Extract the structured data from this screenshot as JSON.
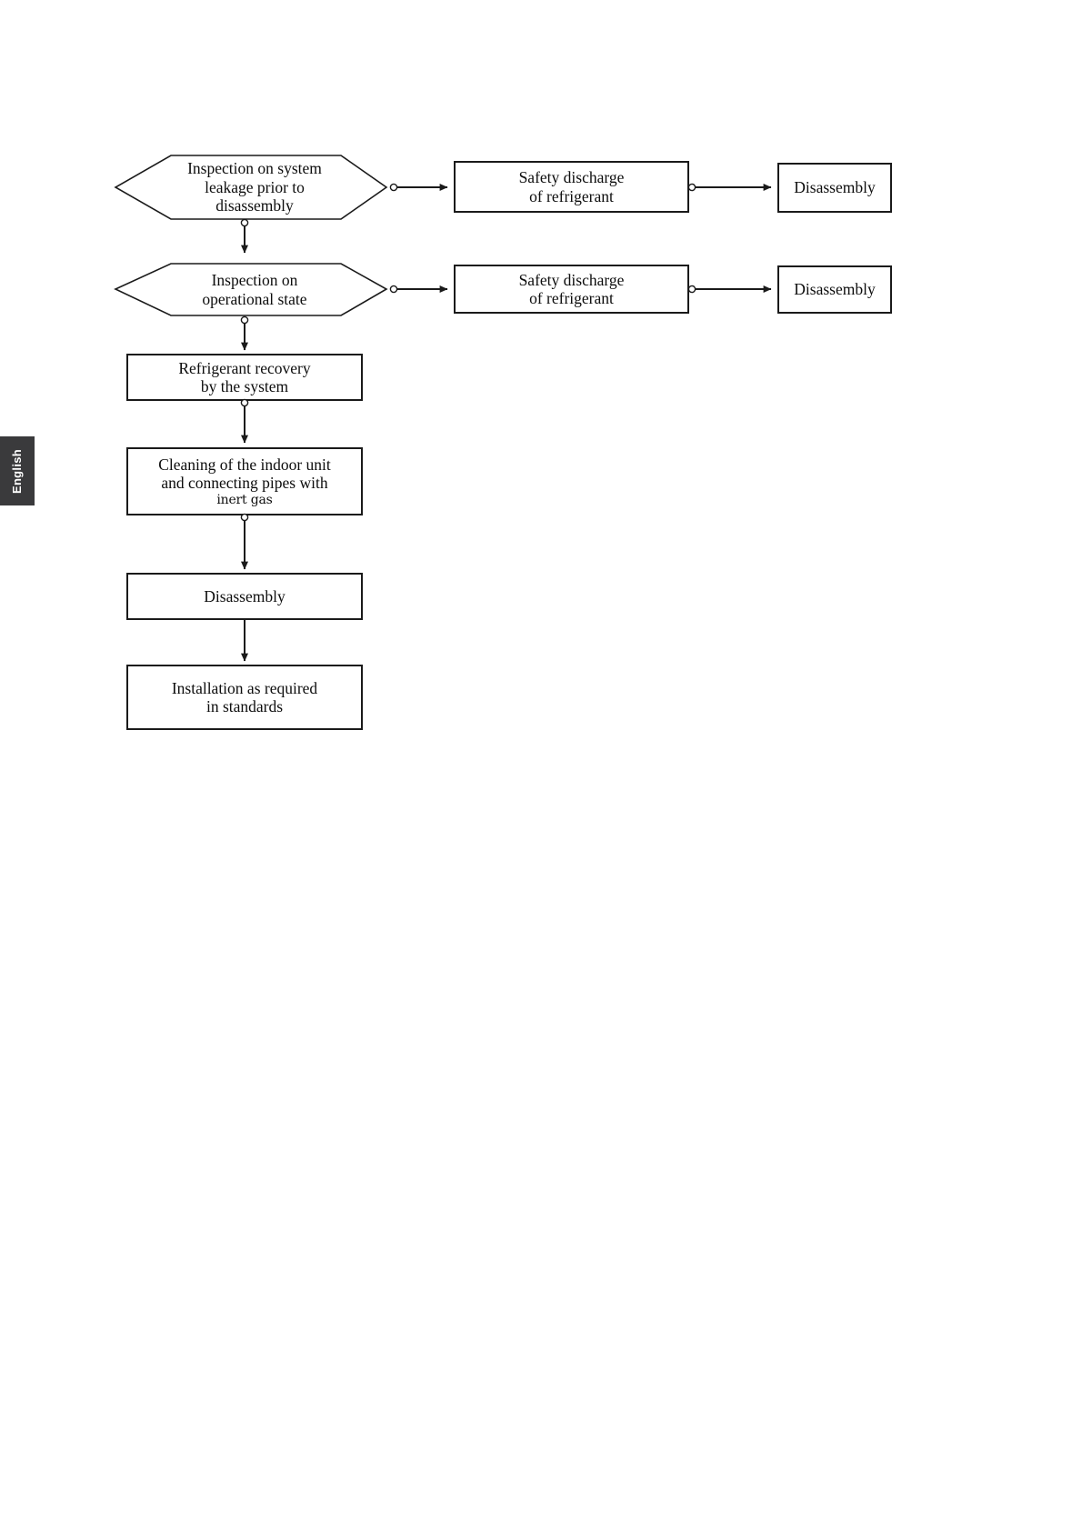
{
  "page": {
    "background": "#ffffff",
    "line_color": "#1a1a1a",
    "text_color": "#0d0d0d"
  },
  "side_tab": {
    "label": "English",
    "background": "#3a3a3c",
    "text_color": "#ffffff"
  },
  "diagram": {
    "type": "flowchart",
    "title": "",
    "nodes": [
      {
        "id": "inspection-leakage",
        "shape": "hexagon",
        "lines": [
          "Inspection on system",
          "leakage prior to",
          "disassembly"
        ]
      },
      {
        "id": "safety-discharge-1",
        "shape": "rectangle",
        "lines": [
          "Safety discharge",
          "of refrigerant"
        ]
      },
      {
        "id": "disassembly-1",
        "shape": "rectangle",
        "lines": [
          "Disassembly"
        ]
      },
      {
        "id": "inspection-operational",
        "shape": "hexagon",
        "lines": [
          "Inspection on",
          "operational state"
        ]
      },
      {
        "id": "safety-discharge-2",
        "shape": "rectangle",
        "lines": [
          "Safety discharge",
          "of refrigerant"
        ]
      },
      {
        "id": "disassembly-2",
        "shape": "rectangle",
        "lines": [
          "Disassembly"
        ]
      },
      {
        "id": "refrigerant-recovery",
        "shape": "rectangle",
        "lines": [
          "Refrigerant recovery",
          "by the system"
        ]
      },
      {
        "id": "cleaning-indoor-unit",
        "shape": "rectangle",
        "lines": [
          "Cleaning of the indoor unit",
          "and connecting pipes with",
          "inert gas"
        ]
      },
      {
        "id": "disassembly-main",
        "shape": "rectangle",
        "lines": [
          "Disassembly"
        ]
      },
      {
        "id": "installation-standards",
        "shape": "rectangle",
        "lines": [
          "Installation as required",
          "in standards"
        ]
      }
    ],
    "edges": [
      {
        "from": "inspection-leakage",
        "to": "safety-discharge-1",
        "label": ""
      },
      {
        "from": "safety-discharge-1",
        "to": "disassembly-1",
        "label": ""
      },
      {
        "from": "inspection-leakage",
        "to": "inspection-operational",
        "label": ""
      },
      {
        "from": "inspection-operational",
        "to": "safety-discharge-2",
        "label": ""
      },
      {
        "from": "safety-discharge-2",
        "to": "disassembly-2",
        "label": ""
      },
      {
        "from": "inspection-operational",
        "to": "refrigerant-recovery",
        "label": ""
      },
      {
        "from": "refrigerant-recovery",
        "to": "cleaning-indoor-unit",
        "label": ""
      },
      {
        "from": "cleaning-indoor-unit",
        "to": "disassembly-main",
        "label": ""
      },
      {
        "from": "disassembly-main",
        "to": "installation-standards",
        "label": ""
      }
    ]
  }
}
